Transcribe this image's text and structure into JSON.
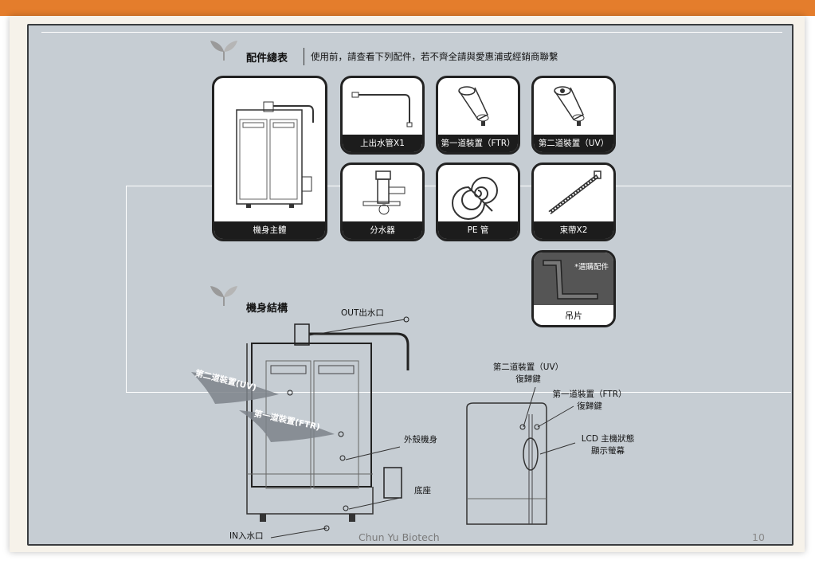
{
  "header": {
    "section1_title": "配件總表",
    "section1_subtitle": "使用前，請查看下列配件，若不齊全請與愛惠浦或經銷商聯繫",
    "section2_title": "機身結構"
  },
  "accessories": [
    {
      "label": "機身主體",
      "icon": "machine-body-icon"
    },
    {
      "label": "上出水管X1",
      "icon": "outlet-pipe-icon"
    },
    {
      "label": "第一道裝置（FTR）",
      "icon": "filter-cartridge-icon"
    },
    {
      "label": "第二道裝置（UV）",
      "icon": "uv-cartridge-icon"
    },
    {
      "label": "分水器",
      "icon": "diverter-valve-icon"
    },
    {
      "label": "PE 管",
      "icon": "coiled-tube-icon"
    },
    {
      "label": "束帶X2",
      "icon": "cable-tie-icon"
    }
  ],
  "optional": {
    "note": "*選購配件",
    "label": "吊片",
    "icon": "hanging-bracket-icon"
  },
  "structure": {
    "out_label": "OUT出水口",
    "in_label": "IN入水口",
    "uv_device": "第二道裝置(UV)",
    "ftr_device": "第一道裝置(FTR)",
    "shell": "外殼機身",
    "base": "底座",
    "uv_reset_1": "第二道裝置（UV）",
    "uv_reset_2": "復歸鍵",
    "ftr_reset_1": "第一道裝置（FTR）",
    "ftr_reset_2": "復歸鍵",
    "lcd_1": "LCD 主機狀態",
    "lcd_2": "顯示螢幕"
  },
  "footer": {
    "company": "Chun Yu Biotech",
    "page": "10"
  },
  "colors": {
    "accent": "#e47d2c",
    "panel": "#c6cdd3",
    "dark": "#1c1c1c"
  }
}
